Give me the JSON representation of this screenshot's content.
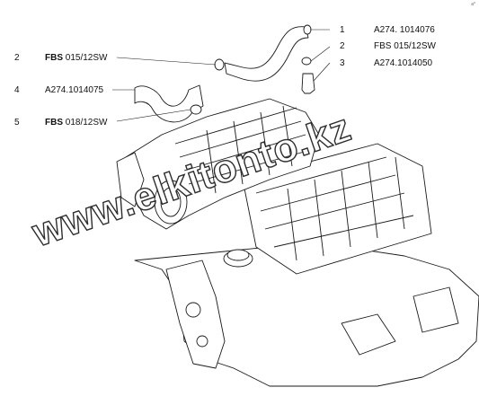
{
  "corner_mark": "a*",
  "callouts_right": [
    {
      "number": "1",
      "code": "A274. 1014076"
    },
    {
      "number": "2",
      "code": "FBS 015/12SW"
    },
    {
      "number": "3",
      "code": "A274.1014050"
    }
  ],
  "callouts_left": [
    {
      "number": "2",
      "code_prefix": "FBS",
      "code_suffix": " 015/12SW"
    },
    {
      "number": "4",
      "code_prefix": "",
      "code_suffix": "A274.1014075"
    },
    {
      "number": "5",
      "code_prefix": "FBS",
      "code_suffix": " 018/12SW"
    }
  ],
  "watermark": "www.elkitonto.kz"
}
